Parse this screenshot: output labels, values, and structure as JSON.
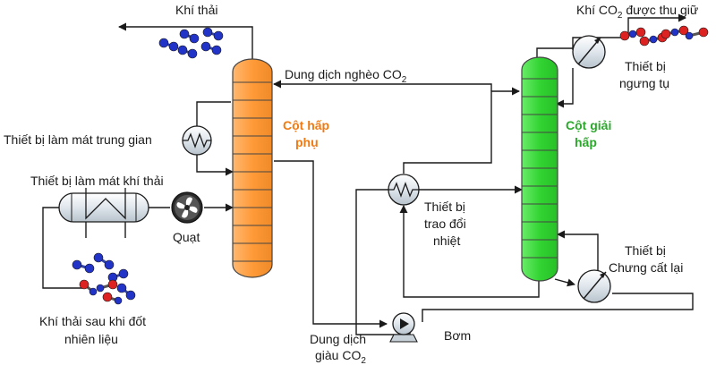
{
  "labels": {
    "exhaust_top": "Khí thải",
    "co2_captured_prefix": "Khí CO",
    "co2_captured_sub": "2",
    "co2_captured_suffix": " được thu giữ",
    "lean_solution_prefix": "Dung dịch nghèo CO",
    "lean_solution_sub": "2",
    "intermediate_cooler": "Thiết bị làm mát trung gian",
    "absorber_line1": "Cột hấp",
    "absorber_line2": "phụ",
    "stripper_line1": "Cột giải",
    "stripper_line2": "hấp",
    "condenser_line1": "Thiết bị",
    "condenser_line2": "ngưng tụ",
    "flue_cooler": "Thiết bị làm mát khí thải",
    "fan": "Quạt",
    "heat_exchanger_line1": "Thiết bị",
    "heat_exchanger_line2": "trao đổi",
    "heat_exchanger_line3": "nhiệt",
    "reboiler_line1": "Thiết bị",
    "reboiler_line2": "Chưng cất lại",
    "flue_source_line1": "Khí thải sau khi đốt",
    "flue_source_line2": "nhiên liệu",
    "rich_solution_line1": "Dung dịch",
    "rich_solution_prefix": "giàu CO",
    "rich_solution_sub": "2",
    "pump": "Bơm"
  },
  "colors": {
    "absorber_fill": "#ff9f40",
    "stripper_fill": "#3ed83e",
    "molecule_blue": "#2233c8",
    "molecule_red": "#dd2222",
    "absorber_text": "#f07a12",
    "stripper_text": "#2aa82a"
  },
  "icons": {
    "fan": "fan-icon",
    "heat_exchanger": "heat-exchanger-icon",
    "condenser": "condenser-icon",
    "reboiler": "reboiler-icon",
    "pump": "pump-icon"
  }
}
